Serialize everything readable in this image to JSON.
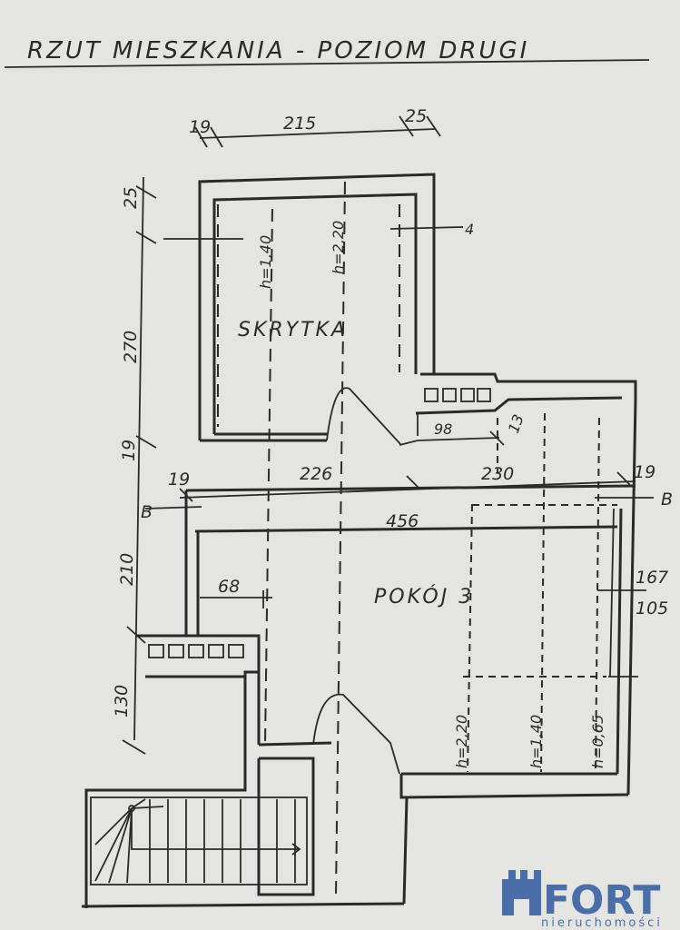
{
  "title": "RZUT MIESZKANIA - POZIOM DRUGI",
  "rooms": {
    "storage": "SKRYTKA",
    "room": "POKÓJ 3"
  },
  "dimensions": {
    "top_left": "19",
    "top_main": "215",
    "top_right": "25",
    "left_top": "25",
    "left_storage": "270",
    "left_wall": "19",
    "left_room": "210",
    "left_bottom": "130",
    "mid_left": "19",
    "mid_226": "226",
    "mid_230": "230",
    "mid_right": "19",
    "width_456": "456",
    "niche_98": "98",
    "niche_13": "13",
    "stair_68": "68",
    "window_167": "167",
    "window_105": "105"
  },
  "heights": {
    "storage_low": "h=1,40",
    "storage_high": "h=2,20",
    "room_220": "h=2,20",
    "room_140": "h=1,40",
    "room_065": "h=0,65"
  },
  "section_markers": {
    "left": "B",
    "right": "B",
    "north": "4"
  },
  "logo": {
    "name": "FORT",
    "tagline": "nieruchomości"
  },
  "colors": {
    "paper": "#e4e4e0",
    "ink": "#2a2a2a",
    "logo": "#4a6fa8"
  }
}
